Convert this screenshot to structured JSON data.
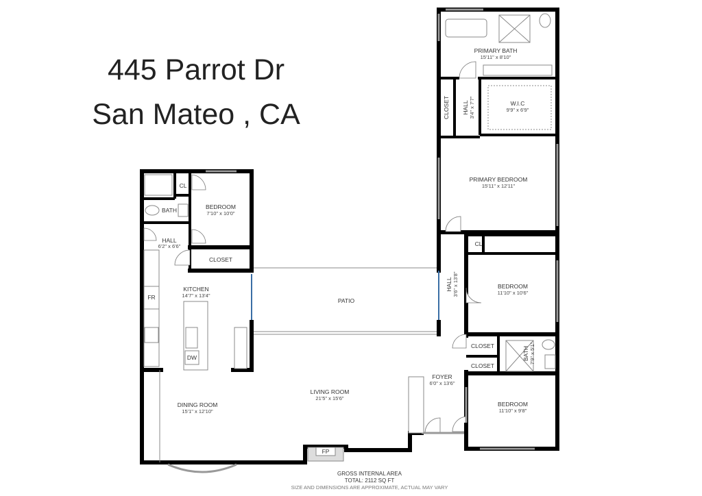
{
  "header": {
    "address_line1": "445 Parrot Dr",
    "address_line2": "San Mateo , CA"
  },
  "rooms": {
    "primary_bath": {
      "name": "PRIMARY BATH",
      "dims": "15'11\" x 8'10\""
    },
    "wic": {
      "name": "W.I.C",
      "dims": "9'9\" x 6'9\""
    },
    "closet_primary": {
      "name": "CLOSET"
    },
    "hall_primary": {
      "name": "HALL",
      "dims": "3'4\" x 7'7\""
    },
    "primary_bedroom": {
      "name": "PRIMARY BEDROOM",
      "dims": "15'11\" x 12'11\""
    },
    "cl_right": {
      "name": "CL"
    },
    "hall_right": {
      "name": "HALL",
      "dims": "3'6\" x 13'8\""
    },
    "bedroom_right_upper": {
      "name": "BEDROOM",
      "dims": "11'10\" x 10'6\""
    },
    "closet_right_1": {
      "name": "CLOSET"
    },
    "closet_right_2": {
      "name": "CLOSET"
    },
    "bath_right": {
      "name": "BATH",
      "dims": "7'9\" x 5'1\""
    },
    "bedroom_right_lower": {
      "name": "BEDROOM",
      "dims": "11'10\" x 9'8\""
    },
    "foyer": {
      "name": "FOYER",
      "dims": "6'0\" x 13'6\""
    },
    "cl_left": {
      "name": "CL"
    },
    "bath_left": {
      "name": "BATH"
    },
    "bedroom_left": {
      "name": "BEDROOM",
      "dims": "7'10\" x 10'0\""
    },
    "hall_left": {
      "name": "HALL",
      "dims": "6'2\" x 6'6\""
    },
    "closet_left": {
      "name": "CLOSET"
    },
    "kitchen": {
      "name": "KITCHEN",
      "dims": "14'7\" x 13'4\""
    },
    "patio": {
      "name": "PATIO"
    },
    "living_room": {
      "name": "LIVING ROOM",
      "dims": "21'5\" x 15'6\""
    },
    "dining_room": {
      "name": "DINING ROOM",
      "dims": "15'1\" x 12'10\""
    }
  },
  "fixtures": {
    "fridge": "FR",
    "dishwasher": "DW",
    "fireplace": "FP"
  },
  "footer": {
    "area_label": "GROSS INTERNAL AREA",
    "total": "TOTAL: 2112 SQ FT",
    "disclaimer": "SIZE AND DIMENSIONS ARE APPROXIMATE, ACTUAL MAY VARY"
  }
}
